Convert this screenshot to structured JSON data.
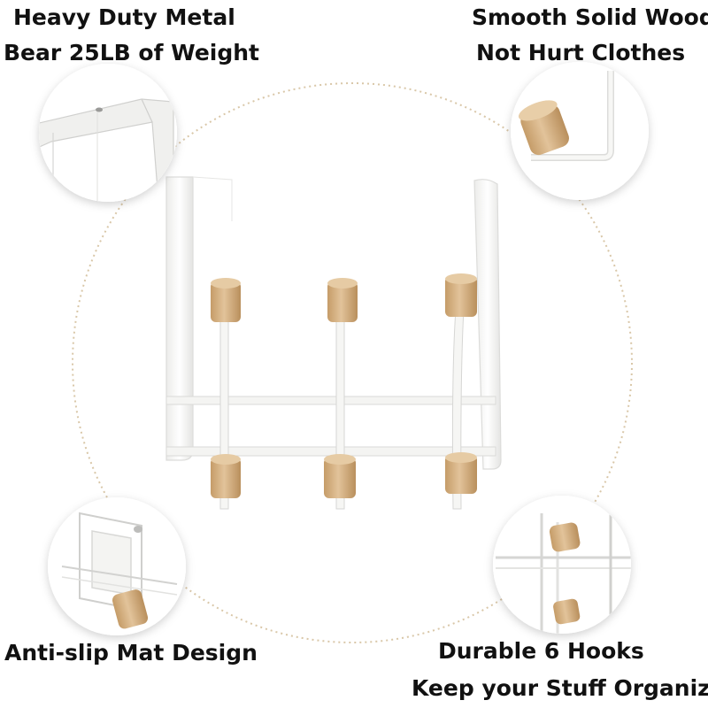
{
  "captions": {
    "top_left": [
      "Heavy Duty Metal",
      "Bear 25LB of Weight"
    ],
    "top_right": [
      "Smooth Solid Wood",
      "Not Hurt Clothes"
    ],
    "bottom_left": [
      "Anti-slip Mat Design"
    ],
    "bottom_right": [
      "Durable 6 Hooks",
      "Keep your Stuff Organized"
    ]
  },
  "product": {
    "hook_count": 6,
    "frame_color": "#f7f7f5",
    "wood_color": "#d8b488",
    "wood_shadow_color": "#b9905e",
    "dotted_circle_color": "#d9c7a8"
  }
}
